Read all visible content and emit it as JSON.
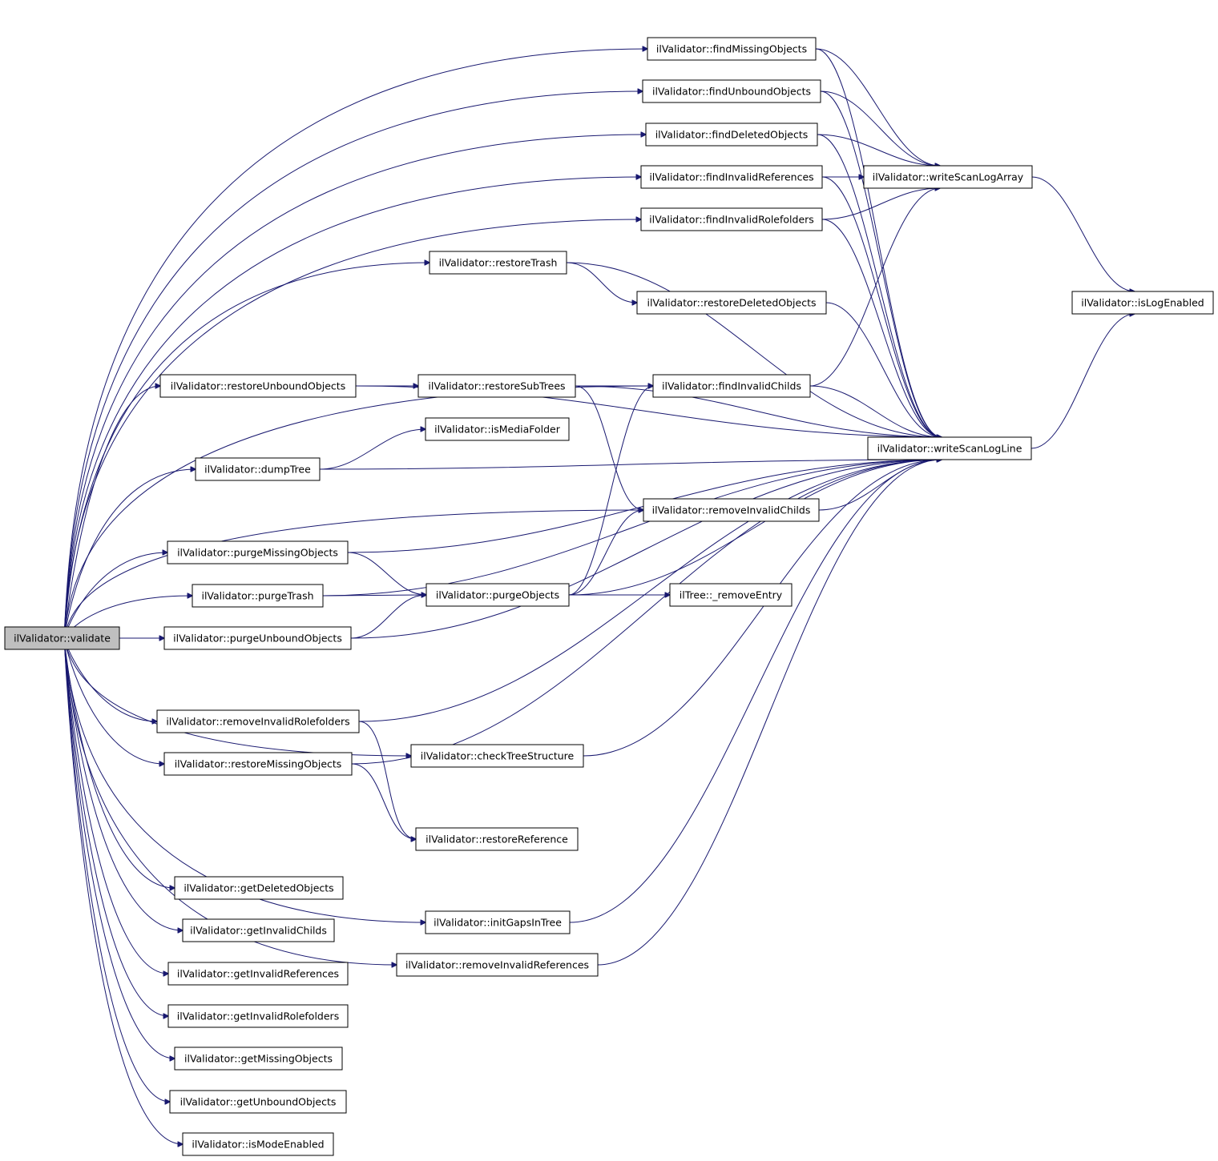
{
  "colors": {
    "edge": "#191970",
    "root_fill": "#bfbfbf",
    "node_fill": "#ffffff",
    "border": "#000000"
  },
  "nodes": {
    "validate": "ilValidator::validate",
    "findMissingObjects": "ilValidator::findMissingObjects",
    "findUnboundObjects": "ilValidator::findUnboundObjects",
    "findDeletedObjects": "ilValidator::findDeletedObjects",
    "findInvalidReferences": "ilValidator::findInvalidReferences",
    "findInvalidRolefolders": "ilValidator::findInvalidRolefolders",
    "writeScanLogArray": "ilValidator::writeScanLogArray",
    "isLogEnabled": "ilValidator::isLogEnabled",
    "restoreTrash": "ilValidator::restoreTrash",
    "restoreDeletedObjects": "ilValidator::restoreDeletedObjects",
    "restoreUnboundObjects": "ilValidator::restoreUnboundObjects",
    "restoreSubTrees": "ilValidator::restoreSubTrees",
    "findInvalidChilds": "ilValidator::findInvalidChilds",
    "isMediaFolder": "ilValidator::isMediaFolder",
    "writeScanLogLine": "ilValidator::writeScanLogLine",
    "dumpTree": "ilValidator::dumpTree",
    "removeInvalidChilds": "ilValidator::removeInvalidChilds",
    "purgeMissingObjects": "ilValidator::purgeMissingObjects",
    "purgeTrash": "ilValidator::purgeTrash",
    "purgeObjects": "ilValidator::purgeObjects",
    "removeEntry": "ilTree::_removeEntry",
    "purgeUnboundObjects": "ilValidator::purgeUnboundObjects",
    "removeInvalidRolefolders": "ilValidator::removeInvalidRolefolders",
    "checkTreeStructure": "ilValidator::checkTreeStructure",
    "restoreMissingObjects": "ilValidator::restoreMissingObjects",
    "restoreReference": "ilValidator::restoreReference",
    "getDeletedObjects": "ilValidator::getDeletedObjects",
    "initGapsInTree": "ilValidator::initGapsInTree",
    "getInvalidChilds": "ilValidator::getInvalidChilds",
    "removeInvalidReferences": "ilValidator::removeInvalidReferences",
    "getInvalidReferences": "ilValidator::getInvalidReferences",
    "getInvalidRolefolders": "ilValidator::getInvalidRolefolders",
    "getMissingObjects": "ilValidator::getMissingObjects",
    "getUnboundObjects": "ilValidator::getUnboundObjects",
    "isModeEnabled": "ilValidator::isModeEnabled"
  }
}
